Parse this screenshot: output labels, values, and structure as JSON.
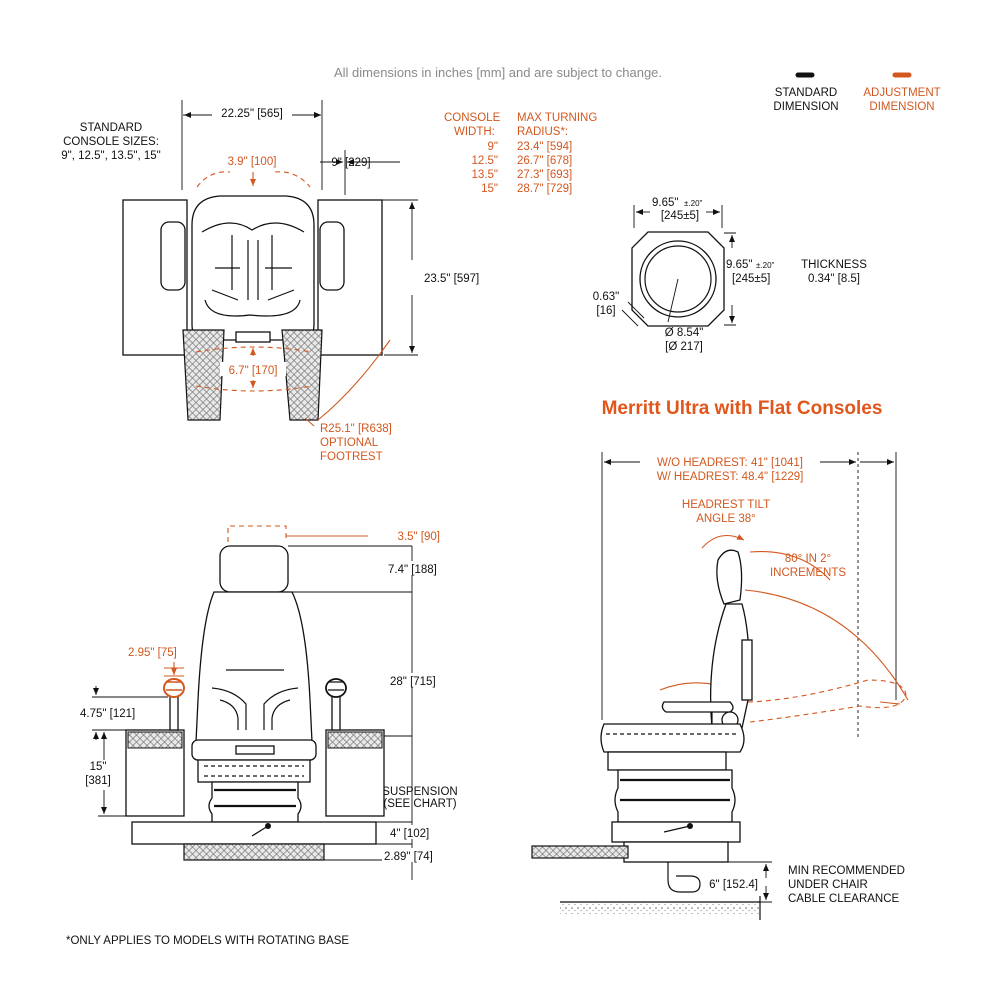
{
  "note": "All dimensions in inches [mm] and are subject to change.",
  "legend": {
    "standard": [
      "STANDARD",
      "DIMENSION"
    ],
    "adjustment": [
      "ADJUSTMENT",
      "DIMENSION"
    ],
    "standard_color": "#111111",
    "adjustment_color": "#d2581f"
  },
  "console_sizes_label": [
    "STANDARD",
    "CONSOLE SIZES:",
    "9\", 12.5\", 13.5\", 15\""
  ],
  "turning_table": {
    "headers": [
      [
        "CONSOLE",
        "WIDTH:"
      ],
      [
        "MAX TURNING",
        "RADIUS*:"
      ]
    ],
    "rows": [
      [
        "9\"",
        "23.4\" [594]"
      ],
      [
        "12.5\"",
        "26.7\" [678]"
      ],
      [
        "13.5\"",
        "27.3\" [693]"
      ],
      [
        "15\"",
        "28.7\" [729]"
      ]
    ]
  },
  "top_view": {
    "width": "22.25\" [565]",
    "console": "9\" [229]",
    "seat_adjust": "3.9\" [100]",
    "depth": "23.5\" [597]",
    "footrest_adjust": "6.7\" [170]",
    "footrest": [
      "R25.1\" [R638]",
      "OPTIONAL",
      "FOOTREST"
    ]
  },
  "base_detail": {
    "width": "9.65\"",
    "width_tol": "±.20\"",
    "width_mm": "[245±5]",
    "height": "9.65\"",
    "height_tol": "±.20\"",
    "height_mm": "[245±5]",
    "thickness": [
      "THICKNESS",
      "0.34\" [8.5]"
    ],
    "offset": [
      "0.63\"",
      "[16]"
    ],
    "diameter": [
      "Ø 8.54\"",
      "[Ø 217]"
    ]
  },
  "title": "Merritt Ultra with Flat Consoles",
  "front_view": {
    "headrest_width": "3.5\" [90]",
    "headrest_height": "7.4\" [188]",
    "back_height": "28\" [715]",
    "joystick_adjust": "2.95\" [75]",
    "joystick_height": "4.75\" [121]",
    "console_height": [
      "15\"",
      "[381]"
    ],
    "suspension": [
      "SUSPENSION",
      "(SEE CHART)"
    ],
    "base_height": "4\" [102]",
    "rotator_height": "2.89\" [74]"
  },
  "side_view": {
    "length": [
      "W/O HEADREST: 41\" [1041]",
      "W/ HEADREST: 48.4\" [1229]"
    ],
    "headrest_tilt": [
      "HEADREST TILT",
      "ANGLE 38°"
    ],
    "recline": [
      "80° IN 2°",
      "INCREMENTS"
    ],
    "cable": [
      "6\" [152.4]",
      "MIN RECOMMENDED",
      "UNDER CHAIR",
      "CABLE CLEARANCE"
    ]
  },
  "footnote": "*ONLY APPLIES TO MODELS WITH ROTATING BASE"
}
